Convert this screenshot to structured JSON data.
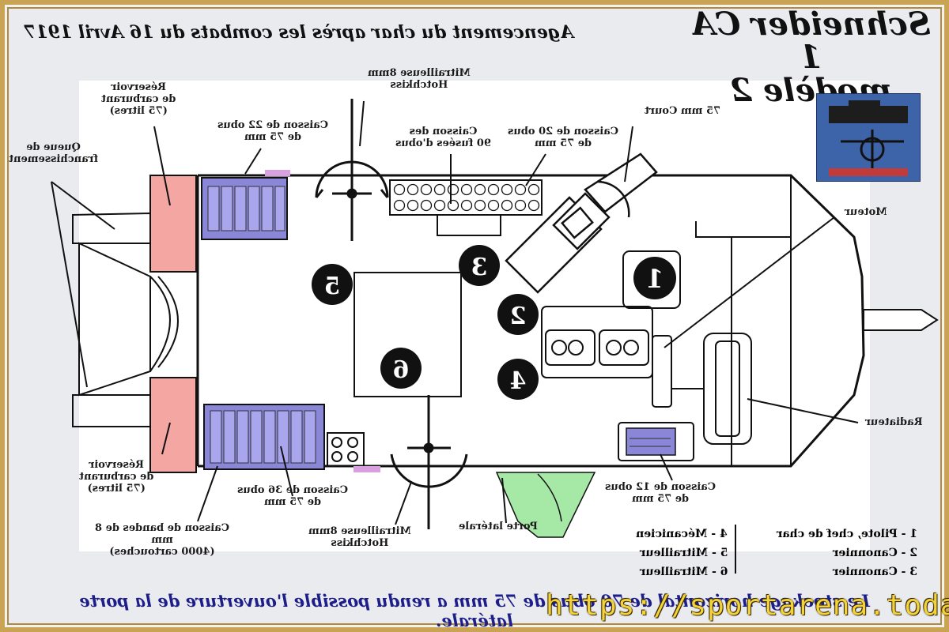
{
  "header": {
    "title_line1": "Schneider CA 1",
    "title_line2": "modèle 2",
    "subtitle": "Agencement du char après les combats du 16 Avril 1917"
  },
  "labels": {
    "reservoir_top": "Réservoir\nde carburant\n(75 litres)",
    "reservoir_bottom": "Réservoir\nde carburant\n(75 litres)",
    "queue": "Queue de\nfranchissement",
    "caisson22": "Caisson de 22 obus\nde 75 mm",
    "mitrailleuse_top": "Mitrailleuse 8mm\nHotchkiss",
    "caisson_fusees": "Caisson des\n90 fusées d'obus",
    "caisson20": "Caisson de 20 obus\nde 75 mm",
    "court75": "75 mm Court",
    "moteur": "Moteur",
    "radiateur": "Radiateur",
    "caisson36": "Caisson de 36 obus\nde 75 mm",
    "bandes": "Caisson de bandes de 8 mm\n(4000 cartouches)",
    "mitrailleuse_bottom": "Mitrailleuse 8mm\nHotchkiss",
    "porte": "Porte latérale",
    "caisson12": "Caisson de 12 obus\nde 75 mm"
  },
  "positions": {
    "p1": "1",
    "p2": "2",
    "p3": "3",
    "p4": "4",
    "p5": "5",
    "p6": "6"
  },
  "legend": {
    "l1": "1 - Pilote, chef de char",
    "l2": "2 - Canonnier",
    "l3": "3 - Canonnier",
    "l4": "4 - Mécanicien",
    "l5": "5 - Mitrailleur",
    "l6": "6 - Mitrailleur"
  },
  "caption": "Le stockage horizontal de 70 obus de 75 mm a rendu possible l'ouverture de la porte latérale.",
  "watermark": "https://sportarena.today/",
  "colors": {
    "reservoir": "#f4a6a3",
    "ammo": "#8a86d8",
    "door": "#a6e8a6",
    "hatch": "#d9a0e0"
  }
}
